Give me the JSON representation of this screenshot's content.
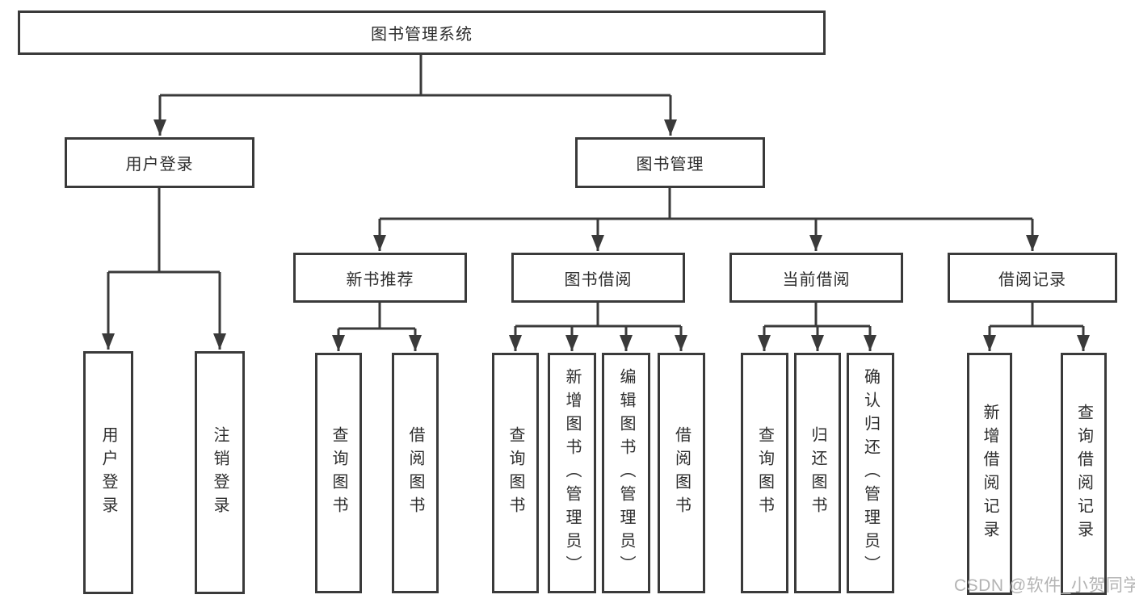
{
  "diagram": {
    "root": "图书管理系统",
    "branches": [
      {
        "label": "用户登录",
        "children": [
          "用户登录",
          "注销登录"
        ]
      },
      {
        "label": "图书管理",
        "children": [
          {
            "label": "新书推荐",
            "children": [
              "查询图书",
              "借阅图书"
            ]
          },
          {
            "label": "图书借阅",
            "children": [
              "查询图书",
              "新增图书（管理员）",
              "编辑图书（管理员）",
              "借阅图书"
            ]
          },
          {
            "label": "当前借阅",
            "children": [
              "查询图书",
              "归还图书",
              "确认归还（管理员）"
            ]
          },
          {
            "label": "借阅记录",
            "children": [
              "新增借阅记录",
              "查询借阅记录"
            ]
          }
        ]
      }
    ]
  },
  "watermark": "CSDN @软件_小贺同学",
  "colors": {
    "line": "#3a3a3a",
    "text": "#2d2d2d",
    "watermark": "#b3b3b3",
    "background": "#ffffff"
  }
}
